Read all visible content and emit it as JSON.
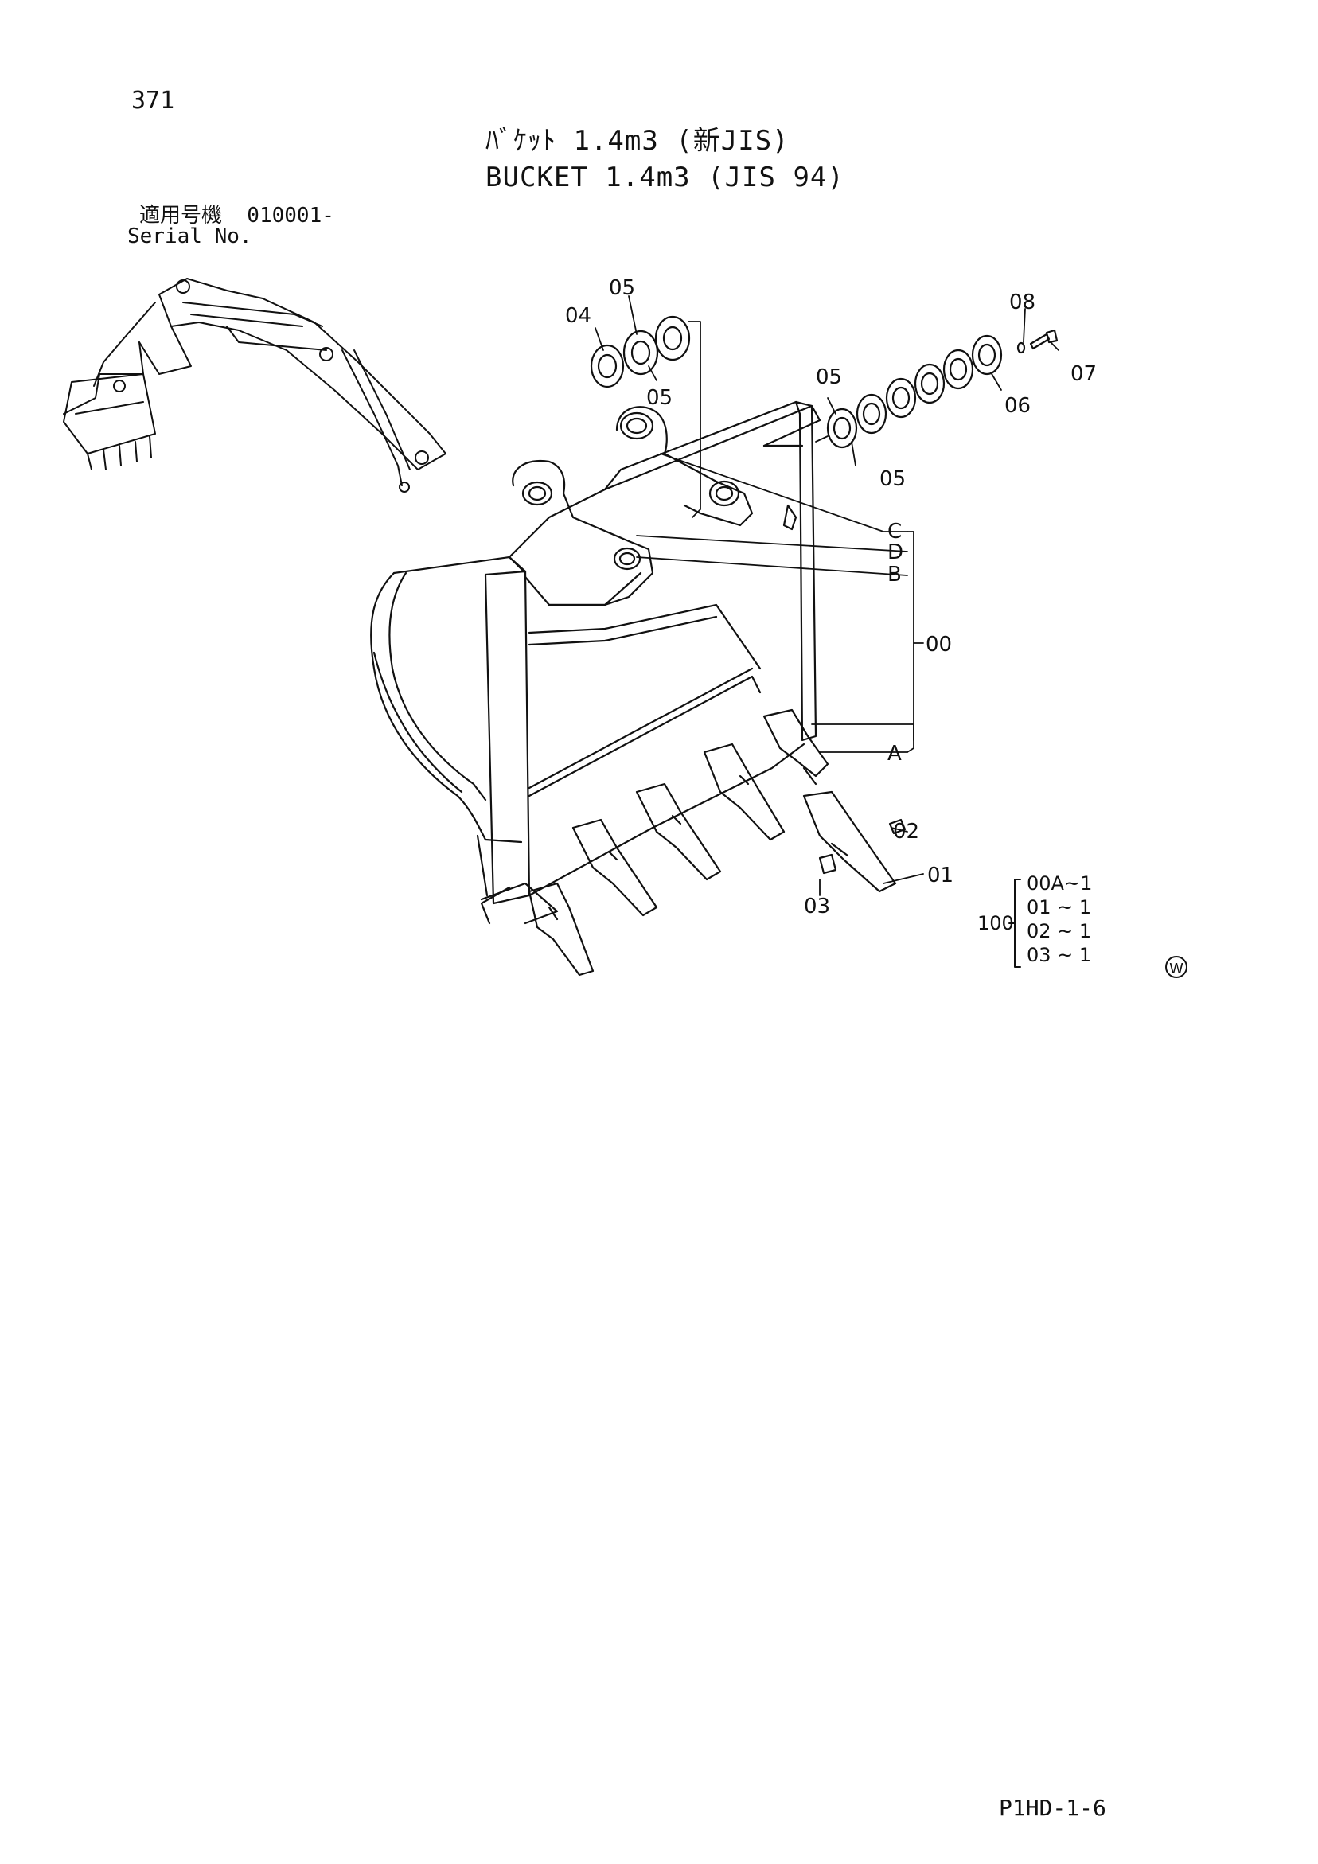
{
  "page": {
    "number": "371",
    "title_jp": "ﾊﾞｹｯﾄ 1.4m3 (新JIS)",
    "title_en": "BUCKET 1.4m3 (JIS 94)",
    "serial_label_jp": "適用号機  010001-",
    "serial_label_en": "Serial No.",
    "footer_code": "P1HD-1-6",
    "watermark": "W"
  },
  "callouts": {
    "c04": "04",
    "c05a": "05",
    "c05b": "05",
    "c05c": "05",
    "c05d": "05",
    "c08": "08",
    "c07": "07",
    "c06": "06",
    "cC": "C",
    "cD": "D",
    "cB": "B",
    "c00": "00",
    "cA": "A",
    "c02": "02",
    "c01": "01",
    "c03": "03"
  },
  "quantity_table": {
    "group": "100",
    "rows": [
      "00A~1",
      "01 ~ 1",
      "02 ~ 1",
      "03 ~ 1"
    ]
  }
}
